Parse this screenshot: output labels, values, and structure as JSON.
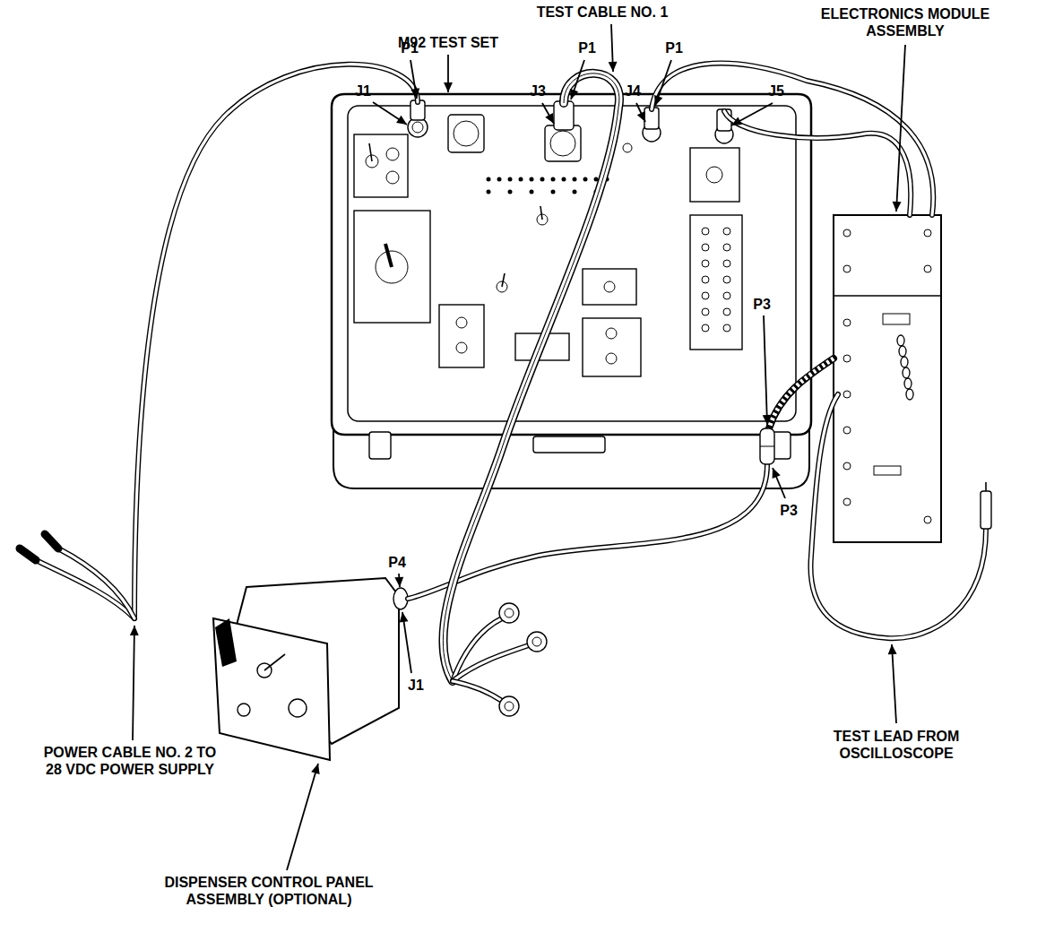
{
  "diagram": {
    "labels": [
      "TEST CABLE NO. 1",
      "M92 TEST SET",
      "ELECTRONICS MODULE ASSEMBLY",
      "P1",
      "J1",
      "J3",
      "P1",
      "P1",
      "J4",
      "J5",
      "P3",
      "P3",
      "P4",
      "J1",
      "POWER CABLE NO. 2 TO 28 VDC POWER SUPPLY",
      "TEST LEAD FROM OSCILLOSCOPE",
      "DISPENSER CONTROL PANEL ASSEMBLY (OPTIONAL)"
    ]
  }
}
